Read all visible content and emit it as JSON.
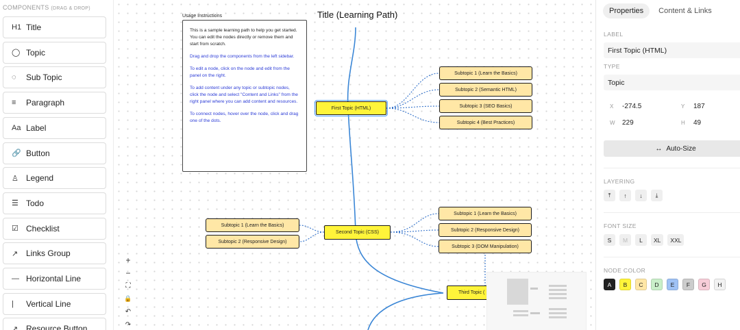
{
  "sidebar": {
    "heading": "COMPONENTS",
    "heading_sub": "(DRAG & DROP)",
    "items": [
      {
        "label": "Title",
        "icon": "H1"
      },
      {
        "label": "Topic",
        "icon": "◯"
      },
      {
        "label": "Sub Topic",
        "icon": "◌"
      },
      {
        "label": "Paragraph",
        "icon": "≡"
      },
      {
        "label": "Label",
        "icon": "Aa"
      },
      {
        "label": "Button",
        "icon": "🔗"
      },
      {
        "label": "Legend",
        "icon": "♙"
      },
      {
        "label": "Todo",
        "icon": "☰"
      },
      {
        "label": "Checklist",
        "icon": "☑"
      },
      {
        "label": "Links Group",
        "icon": "↗"
      },
      {
        "label": "Horizontal Line",
        "icon": "—"
      },
      {
        "label": "Vertical Line",
        "icon": "|"
      },
      {
        "label": "Resource Button",
        "icon": "↗"
      }
    ]
  },
  "canvas": {
    "title": "Title (Learning Path)",
    "instructions_title": "Usage Instructions",
    "instructions": [
      "This is a sample learning path to help you get started. You can edit the nodes directly or remove them and start from scratch.",
      "Drag and drop the components from the left sidebar.",
      "To edit a node, click on the node and edit from the panel on the right.",
      "To add content under any topic or subtopic nodes, click the node and select \"Content and Links\" from the right panel where you can add content and resources.",
      "To connect nodes, hover over the node, click and drag one of the dots."
    ],
    "topics": [
      "First Topic (HTML)",
      "Second Topic (CSS)",
      "Third Topic ("
    ],
    "first_subtopics": [
      "Subtopic 1 (Learn the Basics)",
      "Subtopic 2 (Semantic HTML)",
      "Subtopic 3 (SEO Basics)",
      "Subtopic 4 (Best Practices)"
    ],
    "second_left_subtopics": [
      "Subtopic 1 (Learn the Basics)",
      "Subtopic 2 (Responsive Design)"
    ],
    "second_right_subtopics": [
      "Subtopic 1 (Learn the Basics)",
      "Subtopic 2 (Responsive Design)",
      "Subtopic 3 (DOM Manipulation)"
    ],
    "zoom_controls": [
      "+",
      "−",
      "⛶",
      "🔒",
      "↶",
      "↷"
    ]
  },
  "panel": {
    "tabs": [
      "Properties",
      "Content & Links"
    ],
    "label_heading": "LABEL",
    "label_value": "First Topic (HTML)",
    "type_heading": "TYPE",
    "type_value": "Topic",
    "x_key": "X",
    "x_val": "-274.5",
    "y_key": "Y",
    "y_val": "187",
    "w_key": "W",
    "w_val": "229",
    "h_key": "H",
    "h_val": "49",
    "autosize": "Auto-Size",
    "autosize_icon": "↔",
    "layering_heading": "LAYERING",
    "layering_buttons": [
      "⤒",
      "↑",
      "↓",
      "⤓"
    ],
    "font_size_heading": "FONT SIZE",
    "font_sizes": [
      "S",
      "M",
      "L",
      "XL",
      "XXL"
    ],
    "node_color_heading": "NODE COLOR",
    "node_colors": [
      {
        "label": "A",
        "color": "#222222",
        "text": "#ffffff"
      },
      {
        "label": "B",
        "color": "#fff43a",
        "text": "#222222"
      },
      {
        "label": "C",
        "color": "#ffe7a6",
        "text": "#222222"
      },
      {
        "label": "D",
        "color": "#c9efc9",
        "text": "#222222"
      },
      {
        "label": "E",
        "color": "#9fc2f5",
        "text": "#222222"
      },
      {
        "label": "F",
        "color": "#cccccc",
        "text": "#222222"
      },
      {
        "label": "G",
        "color": "#f7cdd8",
        "text": "#222222"
      },
      {
        "label": "H",
        "color": "#f2f2f2",
        "text": "#222222"
      }
    ]
  }
}
